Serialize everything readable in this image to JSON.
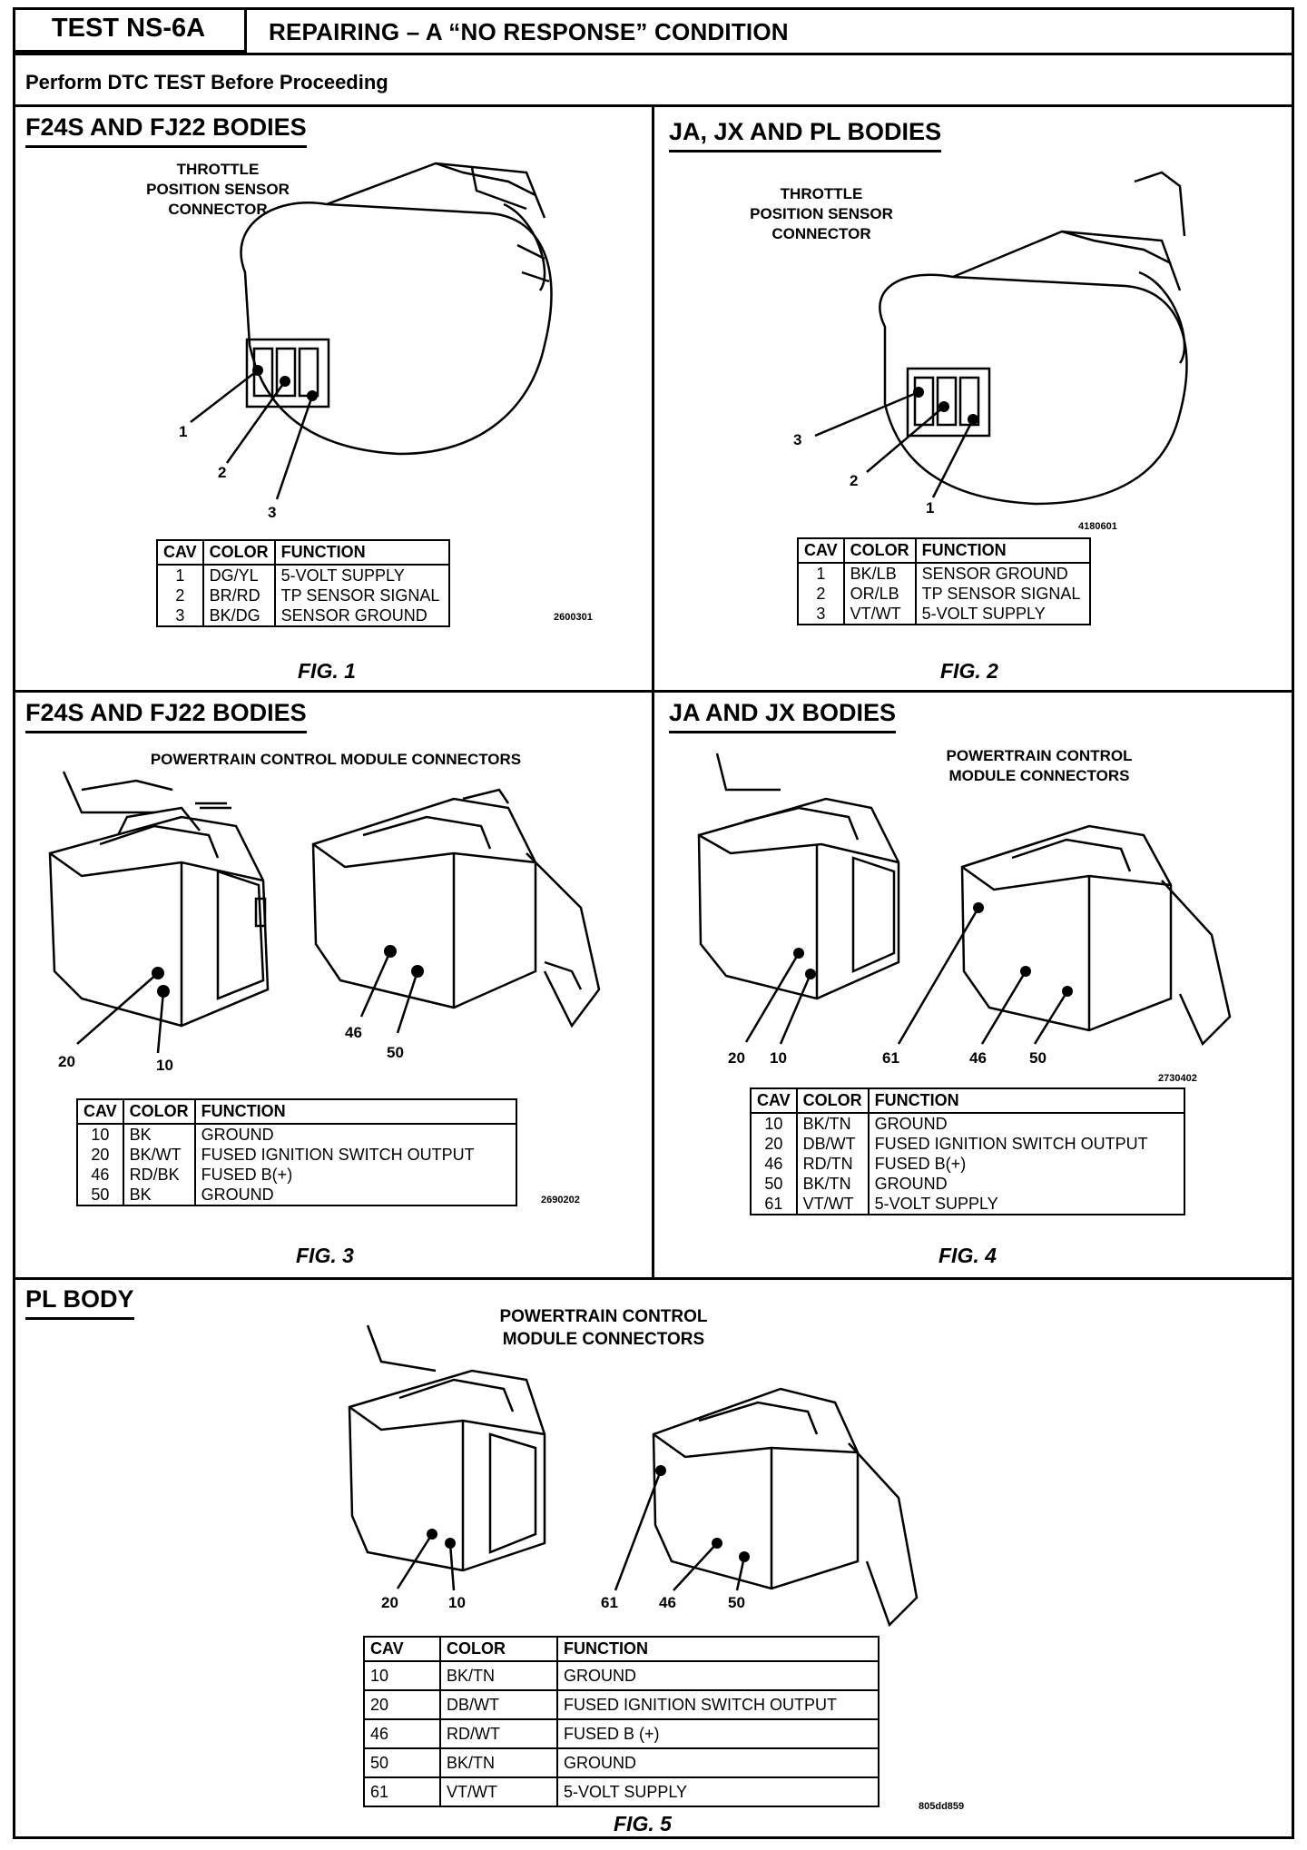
{
  "header": {
    "test_id": "TEST NS-6A",
    "title": "REPAIRING – A “NO RESPONSE” CONDITION",
    "subtitle": "Perform DTC TEST Before Proceeding"
  },
  "fig1": {
    "body": "F24S AND FJ22 BODIES",
    "connector_label": "THROTTLE\nPOSITION SENSOR\nCONNECTOR",
    "pins": [
      "1",
      "2",
      "3"
    ],
    "ref": "2600301",
    "caption": "FIG. 1",
    "table": {
      "headers": [
        "CAV",
        "COLOR",
        "FUNCTION"
      ],
      "rows": [
        {
          "cav": "1",
          "color": "DG/YL",
          "function": "5-VOLT SUPPLY"
        },
        {
          "cav": "2",
          "color": "BR/RD",
          "function": "TP SENSOR SIGNAL"
        },
        {
          "cav": "3",
          "color": "BK/DG",
          "function": "SENSOR GROUND"
        }
      ]
    }
  },
  "fig2": {
    "body": "JA, JX AND PL BODIES",
    "connector_label": "THROTTLE\nPOSITION SENSOR\nCONNECTOR",
    "pins": [
      "3",
      "2",
      "1"
    ],
    "ref": "4180601",
    "caption": "FIG. 2",
    "table": {
      "headers": [
        "CAV",
        "COLOR",
        "FUNCTION"
      ],
      "rows": [
        {
          "cav": "1",
          "color": "BK/LB",
          "function": "SENSOR GROUND"
        },
        {
          "cav": "2",
          "color": "OR/LB",
          "function": "TP SENSOR SIGNAL"
        },
        {
          "cav": "3",
          "color": "VT/WT",
          "function": "5-VOLT SUPPLY"
        }
      ]
    }
  },
  "fig3": {
    "body": "F24S AND FJ22 BODIES",
    "connector_label": "POWERTRAIN CONTROL MODULE CONNECTORS",
    "pins": [
      "20",
      "10",
      "46",
      "50"
    ],
    "ref": "2690202",
    "caption": "FIG. 3",
    "table": {
      "headers": [
        "CAV",
        "COLOR",
        "FUNCTION"
      ],
      "rows": [
        {
          "cav": "10",
          "color": "BK",
          "function": "GROUND"
        },
        {
          "cav": "20",
          "color": "BK/WT",
          "function": "FUSED IGNITION SWITCH OUTPUT"
        },
        {
          "cav": "46",
          "color": "RD/BK",
          "function": "FUSED B(+)"
        },
        {
          "cav": "50",
          "color": "BK",
          "function": "GROUND"
        }
      ]
    }
  },
  "fig4": {
    "body": "JA AND JX BODIES",
    "connector_label": "POWERTRAIN CONTROL\nMODULE CONNECTORS",
    "pins": [
      "20",
      "10",
      "61",
      "46",
      "50"
    ],
    "ref": "2730402",
    "caption": "FIG. 4",
    "table": {
      "headers": [
        "CAV",
        "COLOR",
        "FUNCTION"
      ],
      "rows": [
        {
          "cav": "10",
          "color": "BK/TN",
          "function": "GROUND"
        },
        {
          "cav": "20",
          "color": "DB/WT",
          "function": "FUSED IGNITION SWITCH OUTPUT"
        },
        {
          "cav": "46",
          "color": "RD/TN",
          "function": "FUSED B(+)"
        },
        {
          "cav": "50",
          "color": "BK/TN",
          "function": "GROUND"
        },
        {
          "cav": "61",
          "color": "VT/WT",
          "function": "5-VOLT SUPPLY"
        }
      ]
    }
  },
  "fig5": {
    "body": "PL BODY",
    "connector_label": "POWERTRAIN CONTROL\nMODULE CONNECTORS",
    "pins": [
      "20",
      "10",
      "61",
      "46",
      "50"
    ],
    "ref": "805dd859",
    "caption": "FIG. 5",
    "table": {
      "headers": [
        "CAV",
        "COLOR",
        "FUNCTION"
      ],
      "rows": [
        {
          "cav": "10",
          "color": "BK/TN",
          "function": "GROUND"
        },
        {
          "cav": "20",
          "color": "DB/WT",
          "function": "FUSED IGNITION SWITCH OUTPUT"
        },
        {
          "cav": "46",
          "color": "RD/WT",
          "function": "FUSED B (+)"
        },
        {
          "cav": "50",
          "color": "BK/TN",
          "function": "GROUND"
        },
        {
          "cav": "61",
          "color": "VT/WT",
          "function": "5-VOLT SUPPLY"
        }
      ]
    }
  }
}
